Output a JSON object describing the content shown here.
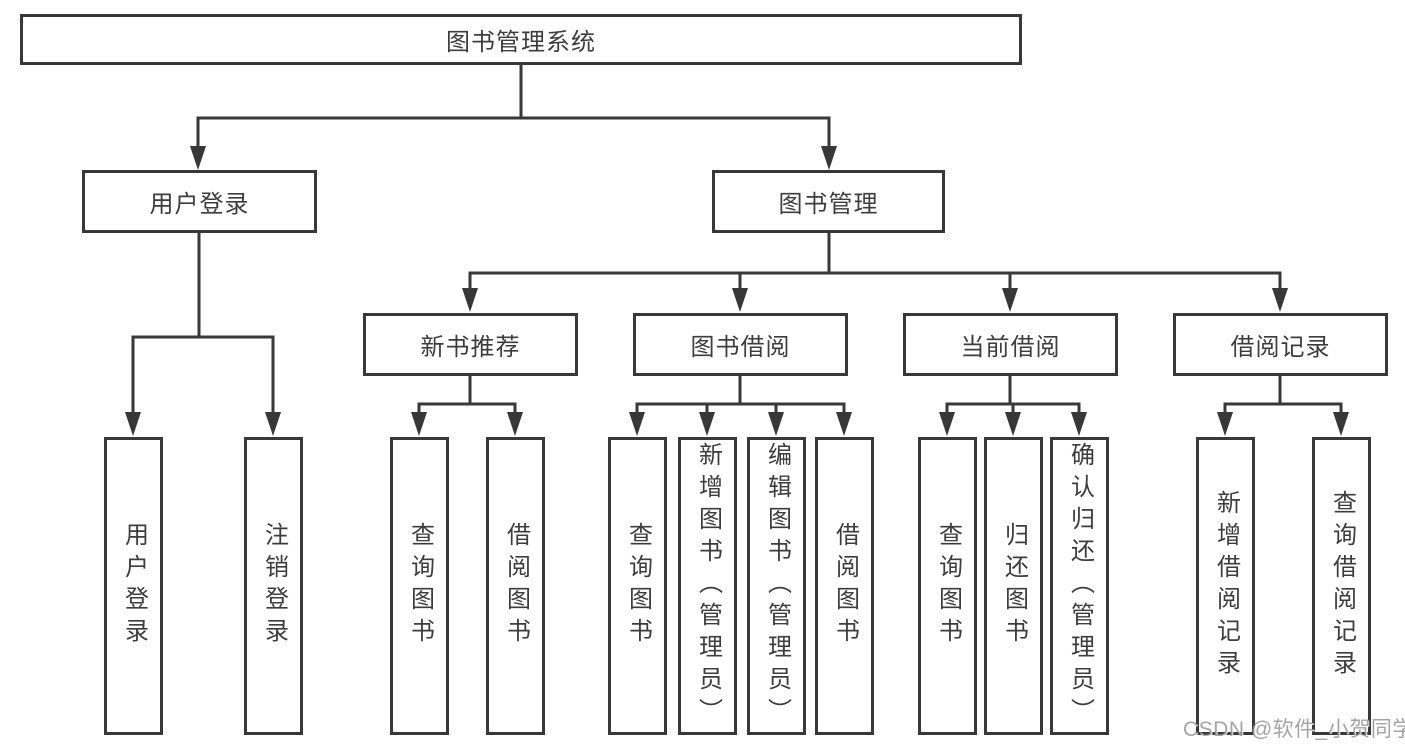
{
  "root": {
    "label": "图书管理系统"
  },
  "level2": {
    "login": {
      "label": "用户登录"
    },
    "management": {
      "label": "图书管理"
    }
  },
  "level3": {
    "recommend": {
      "label": "新书推荐"
    },
    "borrow": {
      "label": "图书借阅"
    },
    "current": {
      "label": "当前借阅"
    },
    "records": {
      "label": "借阅记录"
    }
  },
  "leaves": {
    "login": [
      {
        "label": "用户登录"
      },
      {
        "label": "注销登录"
      }
    ],
    "recommend": [
      {
        "label": "查询图书"
      },
      {
        "label": "借阅图书"
      }
    ],
    "borrow": [
      {
        "label": "查询图书"
      },
      {
        "label": "新增图书（管理员）"
      },
      {
        "label": "编辑图书（管理员）"
      },
      {
        "label": "借阅图书"
      }
    ],
    "current": [
      {
        "label": "查询图书"
      },
      {
        "label": "归还图书"
      },
      {
        "label": "确认归还（管理员）"
      }
    ],
    "records": [
      {
        "label": "新增借阅记录"
      },
      {
        "label": "查询借阅记录"
      }
    ]
  },
  "watermark": "CSDN @软件_小贺同学",
  "colors": {
    "line": "#383838",
    "box_border": "#383838",
    "text": "#3d3d3d",
    "background": "#ffffff",
    "watermark": "#949494"
  }
}
